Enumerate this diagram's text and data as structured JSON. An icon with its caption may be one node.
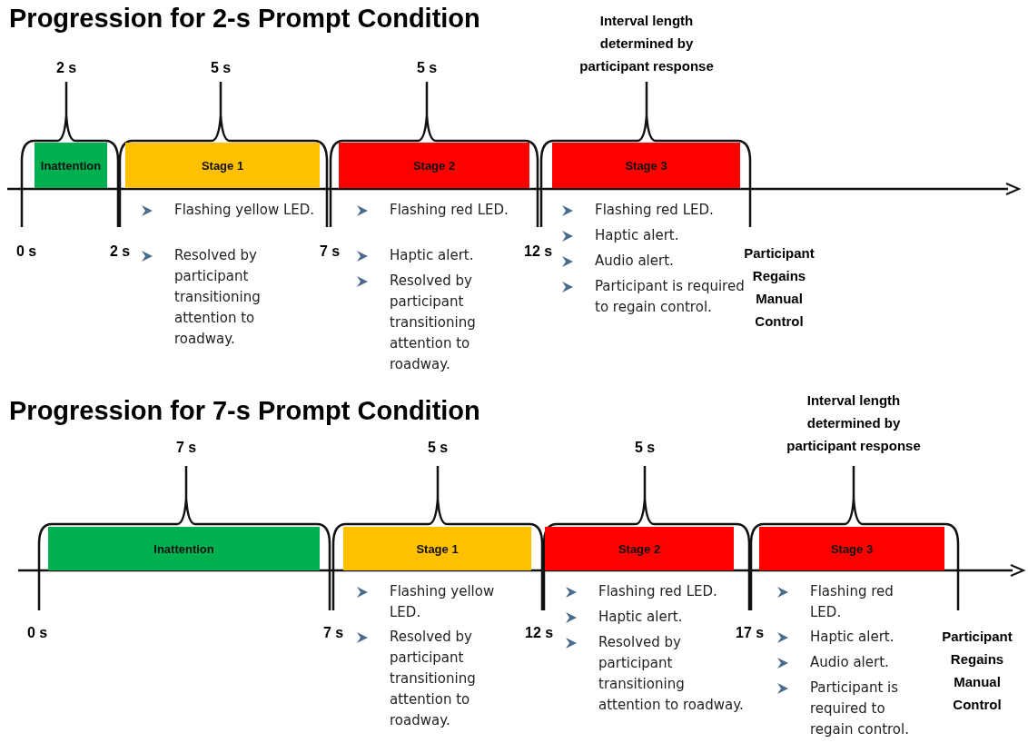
{
  "diagram": {
    "nodes": [
      {
        "text": [
          "Inattention"
        ]
      },
      {
        "text": [
          "Stage 1"
        ]
      },
      {
        "text": [
          "Stage 2"
        ]
      },
      {
        "text": [
          "Stage 3"
        ]
      },
      {
        "text": [
          "Inattention"
        ]
      },
      {
        "text": [
          "Stage 1"
        ]
      },
      {
        "text": [
          "Stage 2"
        ]
      },
      {
        "text": [
          "Stage 3"
        ]
      }
    ],
    "labels": [
      "Progression for 2-s Prompt Condition",
      "Interval length determined by participant response",
      "2 s",
      "5 s",
      "5 s",
      "0 s",
      "2 s",
      "7 s",
      "12 s",
      "Flashing yellow LED.",
      "Resolved by participant transitioning attention to roadway.",
      "Flashing red LED.",
      "Haptic alert.",
      "Resolved by participant transitioning attention to roadway.",
      "Flashing red LED.",
      "Haptic alert.",
      "Audio alert.",
      "Participant is required to regain control.",
      "Participant Regains Manual Control",
      "Progression for 7-s Prompt Condition",
      "Interval length determined by participant response",
      "7 s",
      "5 s",
      "5 s",
      "0 s",
      "7 s",
      "12 s",
      "17 s",
      "Flashing yellow LED.",
      "Resolved by participant transitioning attention to roadway.",
      "Flashing red LED.",
      "Haptic alert.",
      "Resolved by participant transitioning attention to roadway.",
      "Flashing red LED.",
      "Haptic alert.",
      "Audio alert.",
      "Participant is required to regain control.",
      "Participant Regains Manual Control"
    ]
  }
}
